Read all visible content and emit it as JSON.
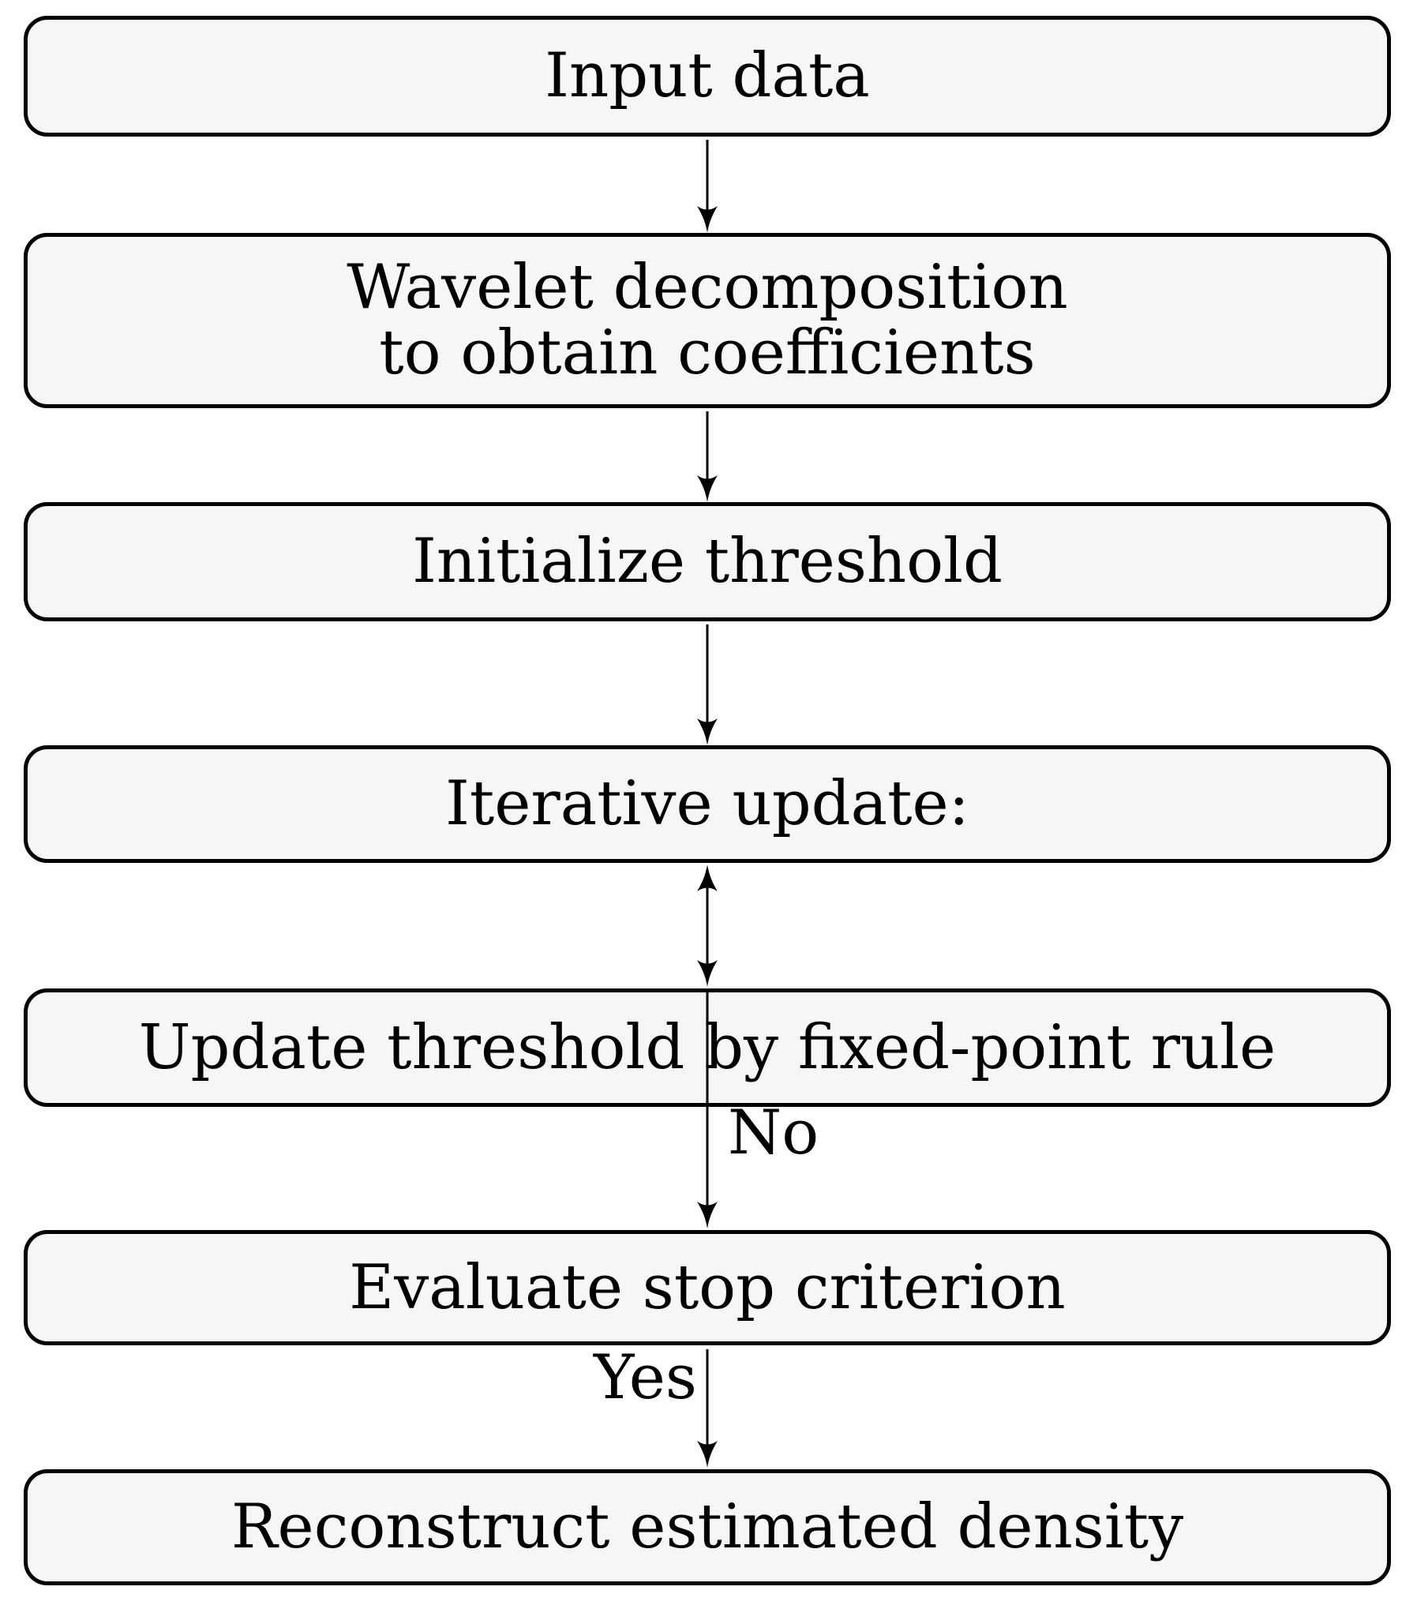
{
  "diagram": {
    "type": "flowchart",
    "background": "#ffffff",
    "node_fill": "#f6f6f6",
    "node_border_color": "#000000",
    "text_color": "#000000",
    "nodes": [
      {
        "id": "input-data",
        "label": "Input data"
      },
      {
        "id": "wavelet-decomposition",
        "lines": [
          "Wavelet decomposition",
          "to obtain coefficients"
        ]
      },
      {
        "id": "initialize-threshold",
        "label": "Initialize threshold"
      },
      {
        "id": "iterative-update",
        "label": "Iterative update:"
      },
      {
        "id": "update-threshold",
        "label": "Update threshold by fixed-point rule"
      },
      {
        "id": "evaluate-stop-criterion",
        "label": "Evaluate stop criterion"
      },
      {
        "id": "reconstruct-density",
        "label": "Reconstruct estimated density"
      }
    ],
    "edges": [
      {
        "from": "input-data",
        "to": "wavelet-decomposition",
        "arrow": "single"
      },
      {
        "from": "wavelet-decomposition",
        "to": "initialize-threshold",
        "arrow": "single"
      },
      {
        "from": "initialize-threshold",
        "to": "iterative-update",
        "arrow": "single"
      },
      {
        "from": "iterative-update",
        "to": "update-threshold",
        "arrow": "double"
      },
      {
        "from": "update-threshold",
        "to": "evaluate-stop-criterion",
        "arrow": "single",
        "label": "No"
      },
      {
        "from": "evaluate-stop-criterion",
        "to": "reconstruct-density",
        "arrow": "single",
        "label": "Yes"
      }
    ]
  }
}
